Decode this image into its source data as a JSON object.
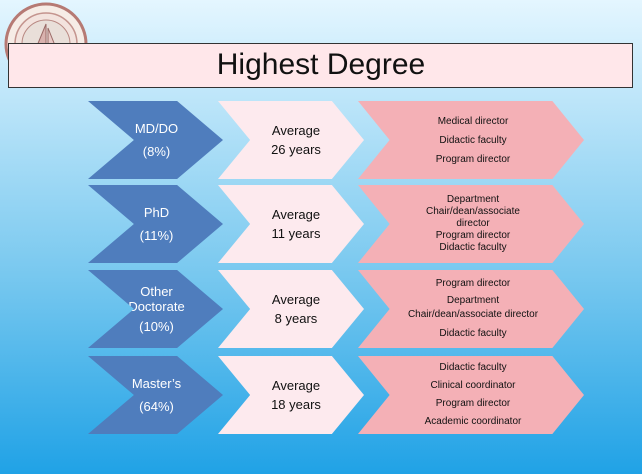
{
  "title": "Highest Degree",
  "rows": [
    {
      "degree_line1": "MD/DO",
      "degree_line2": "",
      "percent": "(8%)",
      "avg_label": "Average",
      "avg_value": "26 years",
      "roles": [
        "Medical director",
        "Didactic faculty",
        "Program director"
      ]
    },
    {
      "degree_line1": "PhD",
      "degree_line2": "",
      "percent": "(11%)",
      "avg_label": "Average",
      "avg_value": "11 years",
      "roles": [
        "Department",
        "Chair/dean/associate",
        "director",
        "Program director",
        "Didactic faculty"
      ]
    },
    {
      "degree_line1": "Other",
      "degree_line2": "Doctorate",
      "percent": "(10%)",
      "avg_label": "Average",
      "avg_value": "8 years",
      "roles": [
        "Program director",
        "Department",
        "Chair/dean/associate director",
        "Didactic faculty"
      ]
    },
    {
      "degree_line1": "Master’s",
      "degree_line2": "",
      "percent": "(64%)",
      "avg_label": "Average",
      "avg_value": "18 years",
      "roles": [
        "Didactic faculty",
        "Clinical coordinator",
        "Program director",
        "Academic coordinator"
      ]
    }
  ]
}
